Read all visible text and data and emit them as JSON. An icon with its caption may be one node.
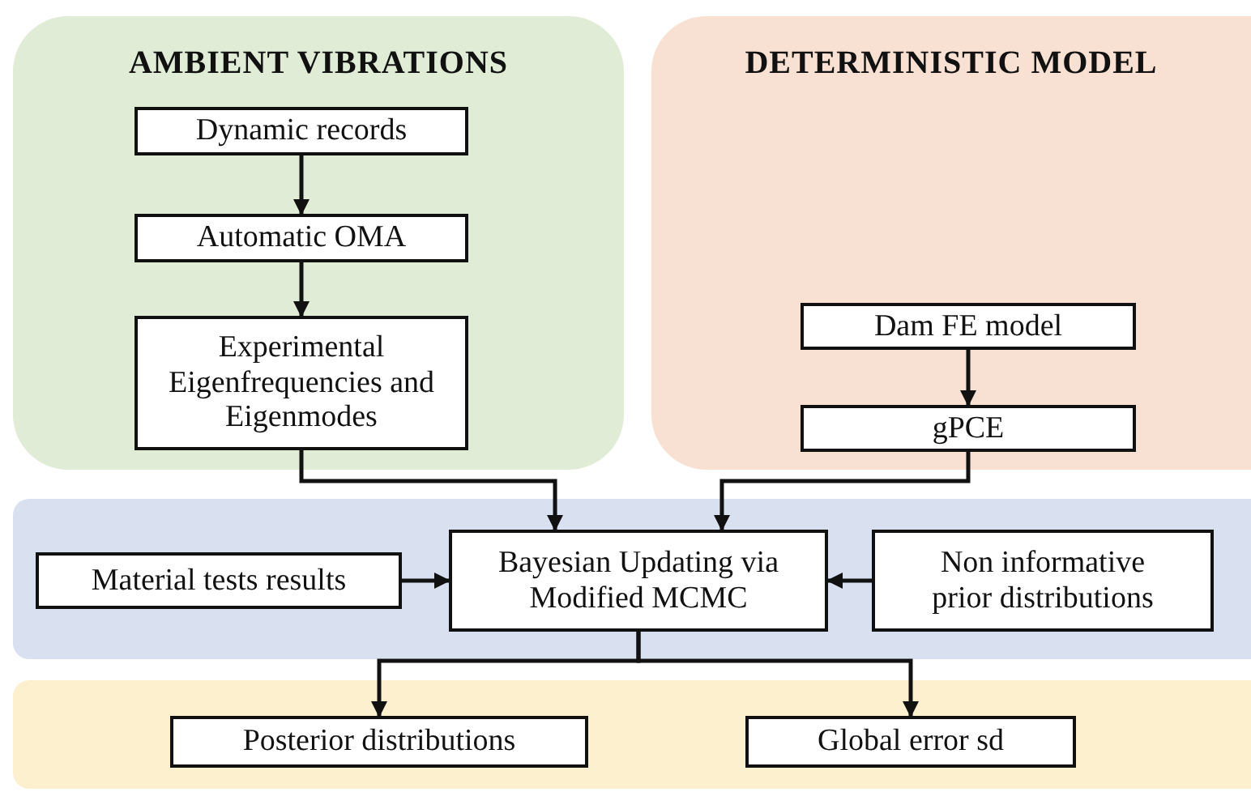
{
  "diagram": {
    "nodes": [
      {
        "text": [
          "AMBIENT VIBRATIONS"
        ]
      },
      {
        "text": [
          "Dynamic records"
        ],
        "in": 0
      },
      {
        "text": [
          "Automatic OMA"
        ],
        "in": 0
      },
      {
        "text": [
          "Experimental Eigenfrequencies and Eigenmodes"
        ],
        "in": 0
      },
      {
        "text": [
          "DETERMINISTIC MODEL"
        ]
      },
      {
        "text": [
          "Dam FE model"
        ],
        "in": 4
      },
      {
        "text": [
          "gPCE"
        ],
        "in": 4
      },
      {
        "text": [],
        "shape": "box"
      },
      {
        "text": [
          "Material tests results"
        ],
        "in": 7
      },
      {
        "text": [
          "Bayesian Updating via Modified MCMC"
        ],
        "in": 7
      },
      {
        "text": [
          "Non informative prior distributions"
        ],
        "in": 7
      },
      {
        "text": [],
        "shape": "box"
      },
      {
        "text": [
          "Posterior distributions"
        ],
        "in": 11
      },
      {
        "text": [
          "Global error sd"
        ],
        "in": 11
      }
    ],
    "edges": [
      {
        "from": 1,
        "to": 2,
        "arrow": "to"
      },
      {
        "from": 2,
        "to": 3,
        "arrow": "to"
      },
      {
        "from": 5,
        "to": 6,
        "arrow": "to"
      },
      {
        "from": 3,
        "to": 9,
        "arrow": "to"
      },
      {
        "from": 6,
        "to": 9,
        "arrow": "to"
      },
      {
        "from": 8,
        "to": 9,
        "arrow": "to"
      },
      {
        "from": 10,
        "to": 9,
        "arrow": "to"
      },
      {
        "from": 9,
        "to": 12,
        "arrow": "to"
      },
      {
        "from": 9,
        "to": 13,
        "arrow": "to"
      }
    ]
  }
}
